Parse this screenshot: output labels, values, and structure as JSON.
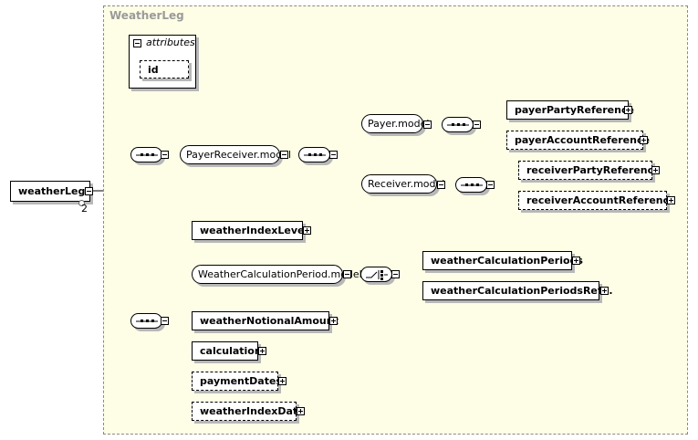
{
  "diagram": {
    "container_label": "WeatherLeg",
    "root": {
      "label": "weatherLeg",
      "cardinality": "2"
    },
    "attributes": {
      "group_label": "attributes",
      "items": [
        "id"
      ]
    },
    "models": {
      "payer_receiver": "PayerReceiver.model",
      "payer": "Payer.model",
      "receiver": "Receiver.model",
      "calculation_period": "WeatherCalculationPeriod.model"
    },
    "elements": {
      "payer_party_reference": "payerPartyReference",
      "payer_account_reference": "payerAccountReference",
      "receiver_party_reference": "receiverPartyReference",
      "receiver_account_reference": "receiverAccountReference",
      "weather_index_level": "weatherIndexLevel",
      "weather_calculation_periods": "weatherCalculationPeriods",
      "weather_calculation_periods_ref": "weatherCalculationPeriodsRef...",
      "weather_notional_amount": "weatherNotionalAmount",
      "calculation": "calculation",
      "payment_dates": "paymentDates",
      "weather_index_data": "weatherIndexData"
    }
  },
  "colors": {
    "frame_fill": "#fefee6",
    "frame_border": "#8a8a8a",
    "shadow": "#b8b8b8"
  }
}
